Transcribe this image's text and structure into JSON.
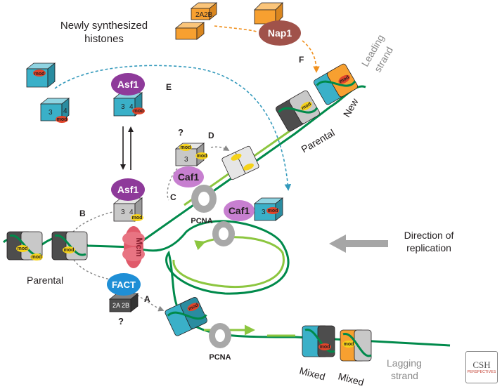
{
  "labels": {
    "newly_synthesized": [
      "Newly synthesized",
      "histones"
    ],
    "leading_strand": [
      "Leading",
      "strand"
    ],
    "lagging_strand": [
      "Lagging",
      "strand"
    ],
    "new": "New",
    "parental_top": "Parental",
    "parental_left": "Parental",
    "mixed_1": "Mixed",
    "mixed_2": "Mixed",
    "direction": [
      "Direction of",
      "replication"
    ],
    "pcna_top": "PCNA",
    "pcna_bottom": "PCNA",
    "step_a": "A",
    "step_b": "B",
    "step_c": "C",
    "step_d": "D",
    "step_e": "E",
    "step_f": "F",
    "question_1": "?",
    "question_2": "?"
  },
  "proteins": {
    "asf1_top": "Asf1",
    "asf1_mid": "Asf1",
    "nap1": "Nap1",
    "caf1_a": "Caf1",
    "caf1_b": "Caf1",
    "mcm": "Mcm",
    "fact": "FACT"
  },
  "histone_labels": {
    "h2a": "2A",
    "h2b": "2B",
    "h3": "3",
    "h4": "4",
    "mod": "mod"
  },
  "stamp": {
    "logo_text": "CSH",
    "logo_sub": "PERSPECTIVES"
  },
  "colors": {
    "dna_dark": "#008a4b",
    "dna_light": "#8cc63f",
    "teal": "#3ab0c8",
    "orange": "#f7a030",
    "grey_histone": "#c8c8c8",
    "dark_histone": "#4d4d4d",
    "asf1_purple": "#8e3a9a",
    "caf1_lilac": "#c77fd0",
    "nap1_brown": "#a0524a",
    "mcm_red": "#e05a6a",
    "fact_blue": "#1f8fd6",
    "mod_yellow": "#f5d21a",
    "mod_red": "#e0452b",
    "pcna_grey": "#a8a8a8",
    "arrow_grey": "#a6a6a6",
    "dashed_blue": "#3399bb",
    "dashed_orange": "#f0901e",
    "dashed_grey": "#888888"
  }
}
